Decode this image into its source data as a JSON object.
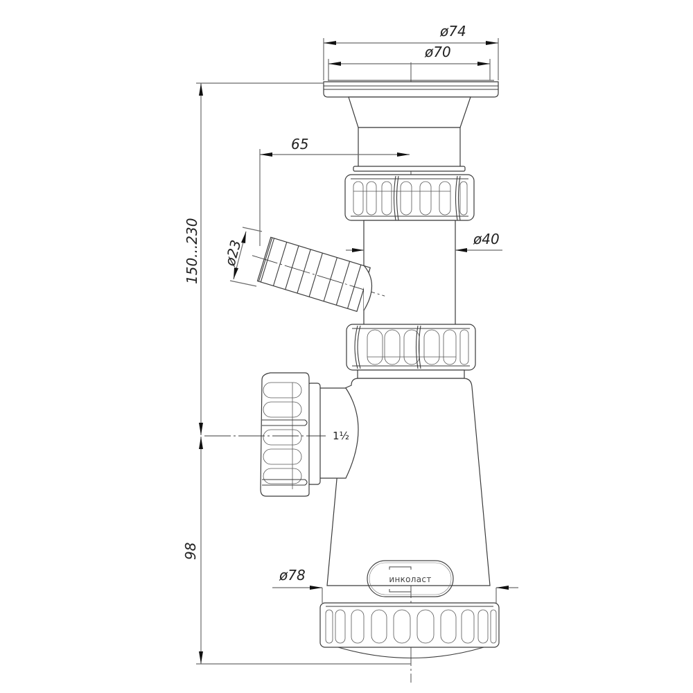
{
  "drawing": {
    "subject": "bottle siphon technical drawing",
    "brand_logo": "инколаст",
    "line_color": "#3a3a3a",
    "dimension_line_color": "#6a6a6a",
    "background": "#ffffff"
  },
  "dimensions": {
    "top_outer_diameter": "ø74",
    "top_inner_diameter": "ø70",
    "side_offset": "65",
    "inlet_pipe_diameter": "ø40",
    "side_hose_diameter": "ø23",
    "adjustable_height": "150...230",
    "outlet_thread": "1½",
    "bottom_height": "98",
    "bottle_diameter": "ø78"
  }
}
